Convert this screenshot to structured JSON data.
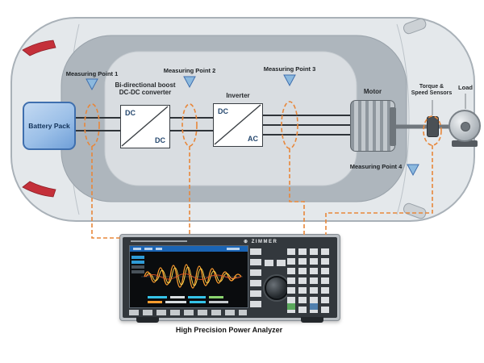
{
  "diagram": {
    "battery": {
      "label": "Battery Pack"
    },
    "dcdc": {
      "title": "Bi-directional boost\nDC-DC converter",
      "top_label": "DC",
      "bottom_label": "DC"
    },
    "inverter": {
      "title": "Inverter",
      "top_label": "DC",
      "bottom_label": "AC"
    },
    "motor": {
      "label": "Motor"
    },
    "sensors": {
      "label": "Torque &\nSpeed Sensors"
    },
    "load": {
      "label": "Load"
    },
    "measuring_points": [
      {
        "label": "Measuring Point 1"
      },
      {
        "label": "Measuring Point 2"
      },
      {
        "label": "Measuring Point 3"
      },
      {
        "label": "Measuring Point 4"
      }
    ],
    "analyzer": {
      "brand": "⊕ ZIMMER",
      "caption": "High Precision Power Analyzer"
    }
  },
  "colors": {
    "dashed_accent": "#E8873A",
    "marker_blue": "#8CB9DE",
    "battery_fill": "#9CC0E8",
    "car_body": "#E4E8EB",
    "taillight_red": "#C4303A",
    "screen_header_blue": "#1A64B4",
    "waveform_orange": "#FF9D2E",
    "waveform_yellow": "#FFD84D",
    "waveform_red": "#E05226"
  }
}
